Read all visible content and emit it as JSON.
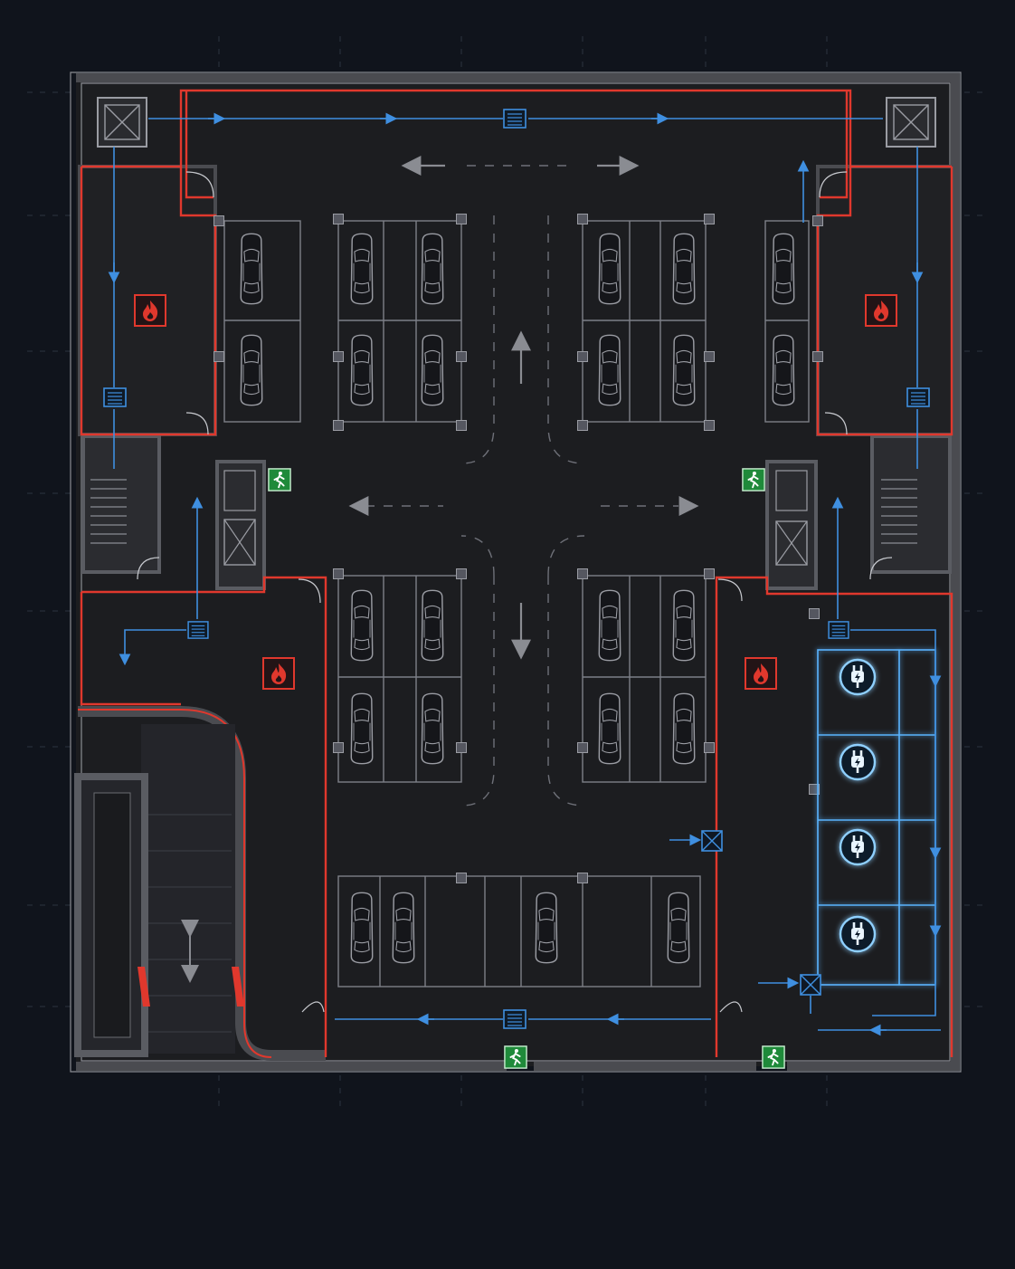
{
  "colors": {
    "background": "#10141c",
    "slab": "#1c1d20",
    "wall": "#4a4b50",
    "wall_edge": "#8a8c92",
    "fire_compartment": "#e0382d",
    "ventilation": "#3f8fe0",
    "parking_line": "#7d8088",
    "lane_marking": "#6e7078",
    "exit_sign": "#1f8a3a",
    "ev_glow": "#5ab4ff",
    "grid": "#3a4352"
  },
  "icons": {
    "fire": "fire-icon",
    "exit": "running-man-exit-icon",
    "ev": "ev-charger-plug-icon",
    "vent": "vent-grille-icon",
    "fan": "fan-box-icon",
    "car": "car-top-view-icon",
    "arrow": "traffic-arrow-icon"
  },
  "counts": {
    "parking_bays": 32,
    "ev_bays": 4,
    "exit_signs": 4,
    "fire_rooms": 4,
    "vent_grilles": 6
  }
}
